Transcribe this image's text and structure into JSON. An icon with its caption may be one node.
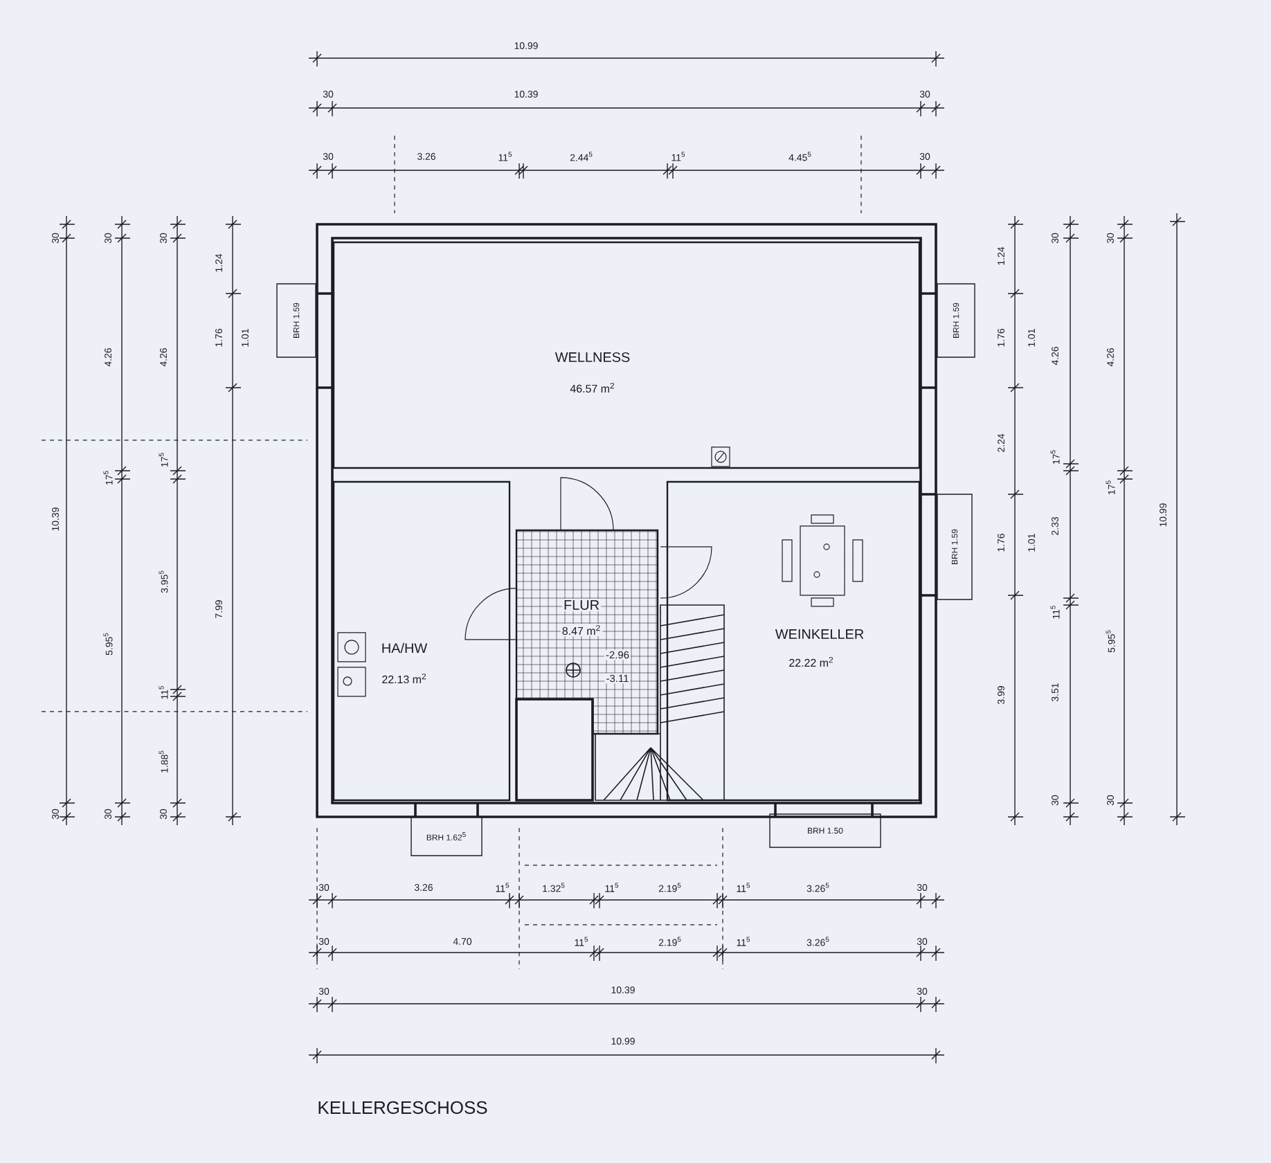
{
  "diagram": {
    "title": "KELLERGESCHOSS",
    "nodes": [
      {
        "text": [
          "WELLNESS",
          "46.57 m$^{2}$"
        ]
      },
      {
        "text": [
          "HA/HW",
          "22.13 m$^{2}$"
        ]
      },
      {
        "text": [
          "FLUR",
          "8.47 m$^{2}$",
          "-2.96",
          "-3.11"
        ]
      },
      {
        "text": [
          "WEINKELLER",
          "22.22 m$^{2}$"
        ]
      },
      {
        "text": [
          "BRH 1.59"
        ]
      },
      {
        "text": [
          "BRH 1.59"
        ]
      },
      {
        "text": [
          "BRH 1.59"
        ]
      },
      {
        "text": [
          "BRH 1.62$^{5}$"
        ]
      },
      {
        "text": [
          "BRH 1.50"
        ]
      }
    ],
    "labels": [
      "10.99",
      "30",
      "10.39",
      "30",
      "30",
      "3.26",
      "11$^{5}$",
      "2.44$^{5}$",
      "11$^{5}$",
      "4.45$^{5}$",
      "30",
      "30",
      "10.39",
      "30",
      "30",
      "4.26",
      "17$^{5}$",
      "5.95$^{5}$",
      "30",
      "30",
      "4.26",
      "17$^{5}$",
      "3.95$^{5}$",
      "11$^{5}$",
      "1.88$^{5}$",
      "30",
      "1.24",
      "1.76",
      "1.01",
      "7.99",
      "1.24",
      "1.76",
      "1.01",
      "2.24",
      "1.76",
      "1.01",
      "3.99",
      "30",
      "4.26",
      "17$^{5}$",
      "2.33",
      "11$^{5}$",
      "3.51",
      "30",
      "30",
      "4.26",
      "17$^{5}$",
      "5.95$^{5}$",
      "30",
      "10.99",
      "30",
      "3.26",
      "11$^{5}$",
      "1.32$^{5}$",
      "11$^{5}$",
      "2.19$^{5}$",
      "11$^{5}$",
      "3.26$^{5}$",
      "30",
      "30",
      "4.70",
      "11$^{5}$",
      "2.19$^{5}$",
      "11$^{5}$",
      "3.26$^{5}$",
      "30",
      "30",
      "10.39",
      "30",
      "10.99"
    ]
  }
}
